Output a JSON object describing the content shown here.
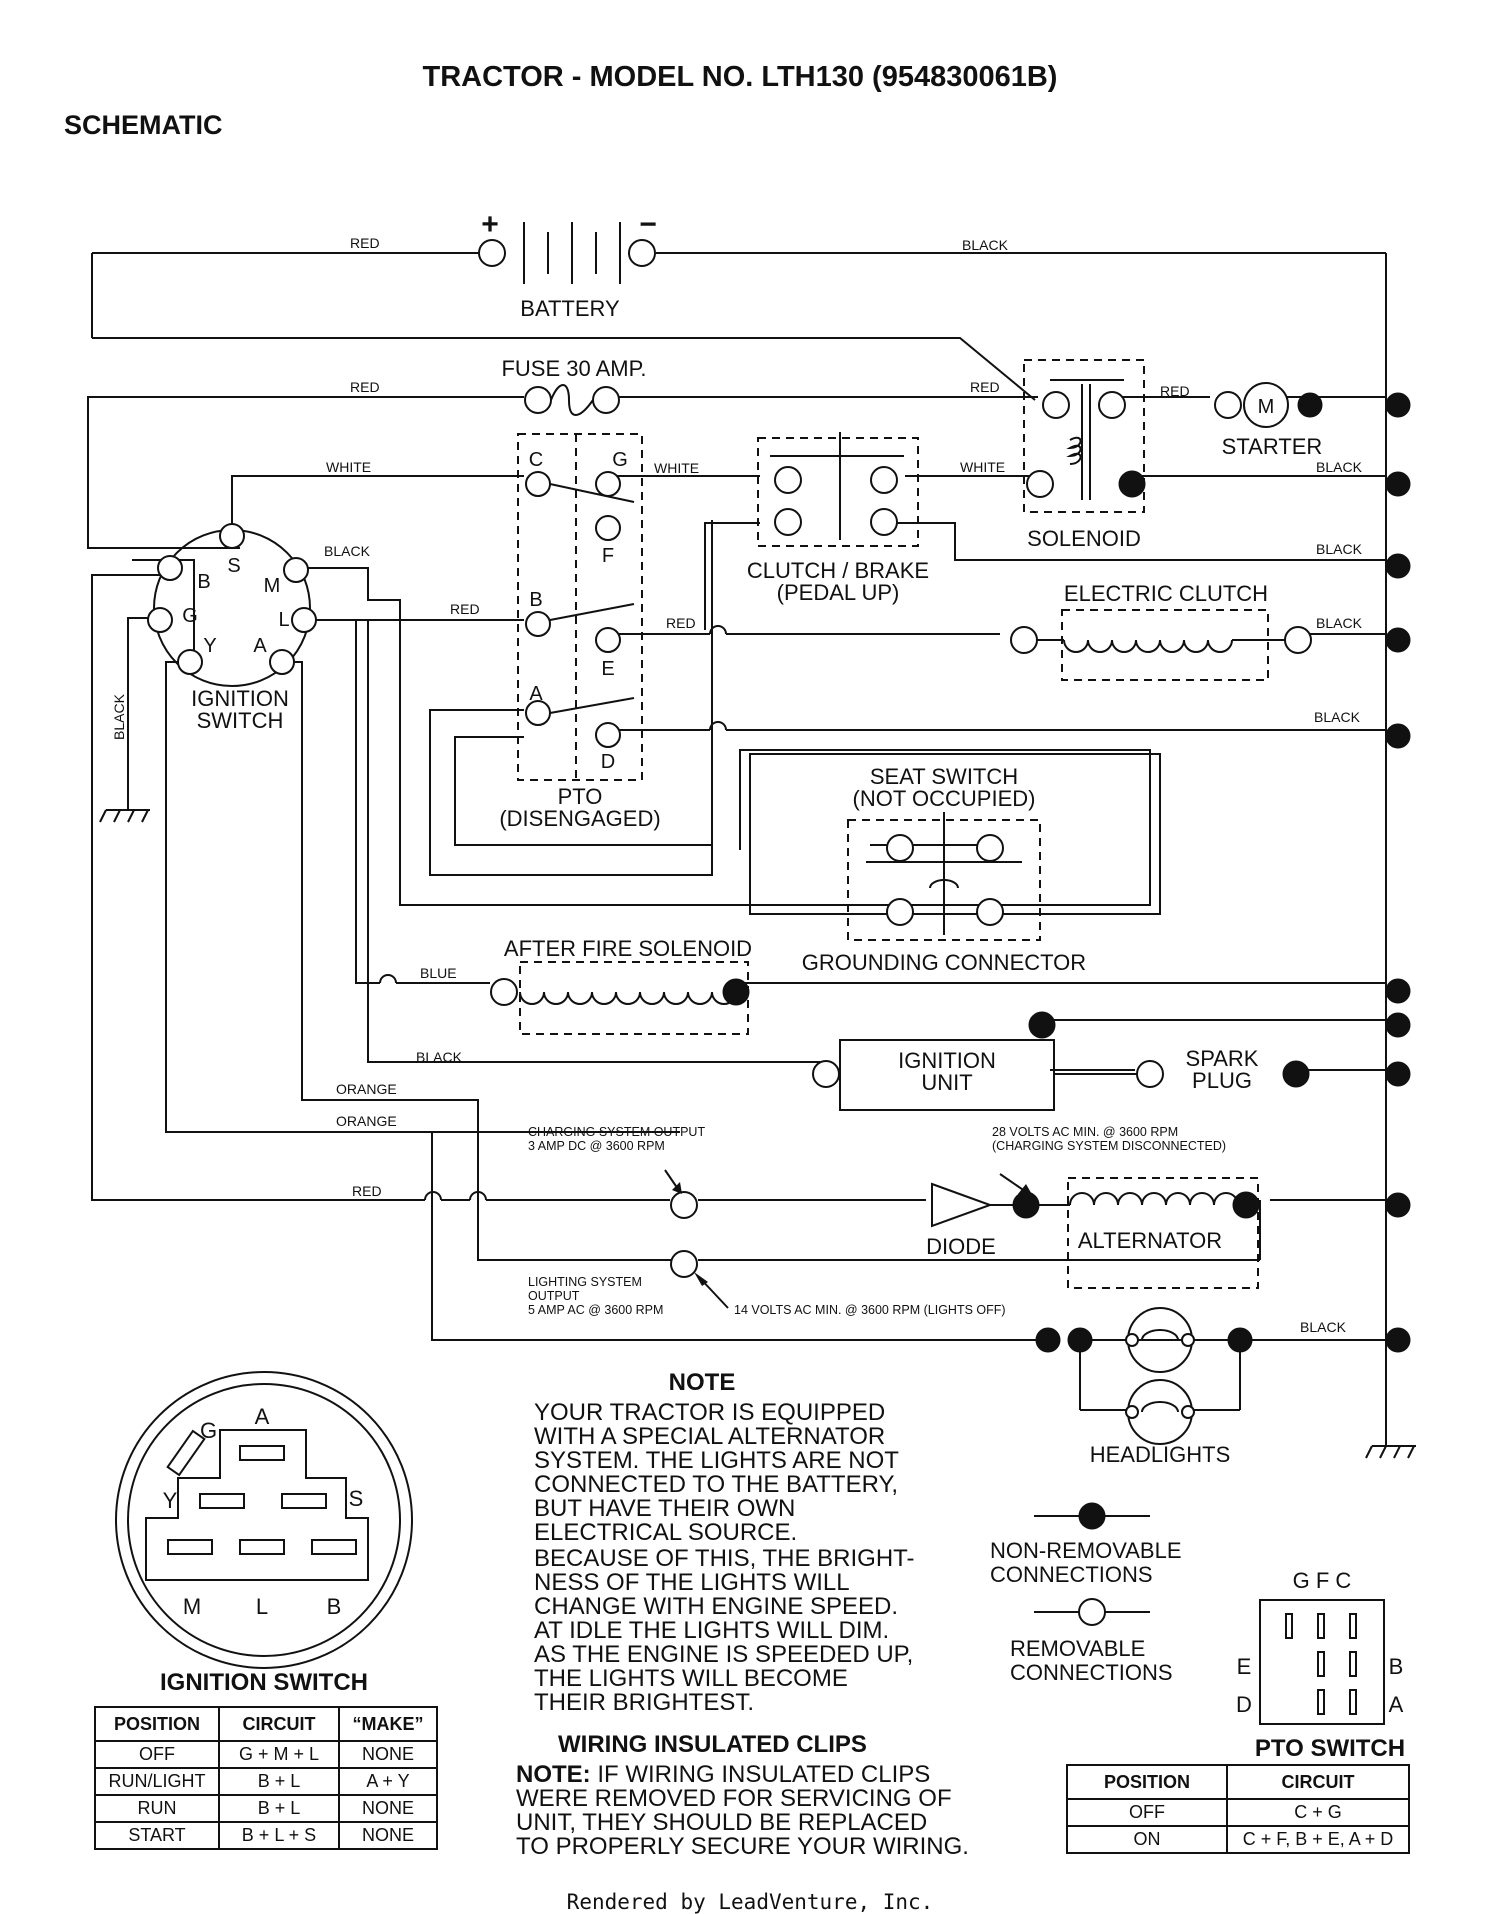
{
  "title": "TRACTOR - MODEL NO. LTH130 (954830061B)",
  "subtitle": "SCHEMATIC",
  "components": {
    "battery": "BATTERY",
    "battery_plus": "+",
    "battery_minus": "−",
    "fuse": "FUSE 30 AMP.",
    "starter": "STARTER",
    "starter_symbol": "M",
    "solenoid": "SOLENOID",
    "clutch_brake_1": "CLUTCH / BRAKE",
    "clutch_brake_2": "(PEDAL UP)",
    "electric_clutch": "ELECTRIC CLUTCH",
    "ignition_switch_1": "IGNITION",
    "ignition_switch_2": "SWITCH",
    "pto_1": "PTO",
    "pto_2": "(DISENGAGED)",
    "seat_switch_1": "SEAT SWITCH",
    "seat_switch_2": "(NOT OCCUPIED)",
    "grounding_connector": "GROUNDING CONNECTOR",
    "after_fire_solenoid": "AFTER FIRE SOLENOID",
    "ignition_unit_1": "IGNITION",
    "ignition_unit_2": "UNIT",
    "spark_plug_1": "SPARK",
    "spark_plug_2": "PLUG",
    "diode": "DIODE",
    "alternator": "ALTERNATOR",
    "headlights": "HEADLIGHTS"
  },
  "terminals": {
    "ign": [
      "S",
      "M",
      "L",
      "A",
      "Y",
      "G",
      "B"
    ],
    "pto": [
      "C",
      "G",
      "F",
      "B",
      "E",
      "A",
      "D"
    ]
  },
  "wires": {
    "red": "RED",
    "black": "BLACK",
    "white": "WHITE",
    "blue": "BLUE",
    "orange": "ORANGE"
  },
  "annotations": {
    "charging_1": "CHARGING SYSTEM OUTPUT",
    "charging_2": "3 AMP DC @ 3600 RPM",
    "volts28_1": "28 VOLTS AC MIN. @ 3600 RPM",
    "volts28_2": "(CHARGING SYSTEM DISCONNECTED)",
    "lighting_1": "LIGHTING SYSTEM",
    "lighting_2": "OUTPUT",
    "lighting_3": "5 AMP AC @ 3600 RPM",
    "volts14": "14 VOLTS AC MIN. @ 3600 RPM (LIGHTS OFF)"
  },
  "note": {
    "heading": "NOTE",
    "lines": [
      "YOUR TRACTOR IS EQUIPPED",
      "WITH A SPECIAL ALTERNATOR",
      "SYSTEM.  THE LIGHTS ARE NOT",
      "CONNECTED TO  THE BATTERY,",
      "BUT HAVE THEIR OWN",
      "ELECTRICAL SOURCE.",
      "BECAUSE OF THIS, THE BRIGHT-",
      "NESS OF THE LIGHTS WILL",
      "CHANGE WITH ENGINE SPEED.",
      "AT IDLE THE LIGHTS WILL DIM.",
      "AS THE ENGINE IS SPEEDED UP,",
      "THE LIGHTS WILL BECOME",
      "THEIR BRIGHTEST."
    ]
  },
  "clips": {
    "heading": "WIRING INSULATED CLIPS",
    "note_bold": "NOTE:",
    "line1": " IF WIRING INSULATED CLIPS",
    "line2": "WERE REMOVED FOR SERVICING OF",
    "line3": "UNIT, THEY SHOULD BE REPLACED",
    "line4": "TO PROPERLY SECURE YOUR WIRING."
  },
  "legend": {
    "non_removable_1": "NON-REMOVABLE",
    "non_removable_2": "CONNECTIONS",
    "removable_1": "REMOVABLE",
    "removable_2": "CONNECTIONS"
  },
  "ignition_diagram": {
    "title": "IGNITION SWITCH",
    "letters": [
      "G",
      "A",
      "Y",
      "S",
      "M",
      "L",
      "B"
    ]
  },
  "ignition_table": {
    "headers": [
      "POSITION",
      "CIRCUIT",
      "“MAKE”"
    ],
    "rows": [
      [
        "OFF",
        "G + M + L",
        "NONE"
      ],
      [
        "RUN/LIGHT",
        "B + L",
        "A + Y"
      ],
      [
        "RUN",
        "B + L",
        "NONE"
      ],
      [
        "START",
        "B + L + S",
        "NONE"
      ]
    ]
  },
  "pto_diagram": {
    "title": "PTO SWITCH",
    "top_letters": "G  F  C",
    "E": "E",
    "D": "D",
    "B": "B",
    "A": "A"
  },
  "pto_table": {
    "headers": [
      "POSITION",
      "CIRCUIT"
    ],
    "rows": [
      [
        "OFF",
        "C + G"
      ],
      [
        "ON",
        "C + F, B + E, A + D"
      ]
    ]
  },
  "footer": "Rendered by LeadVenture, Inc."
}
